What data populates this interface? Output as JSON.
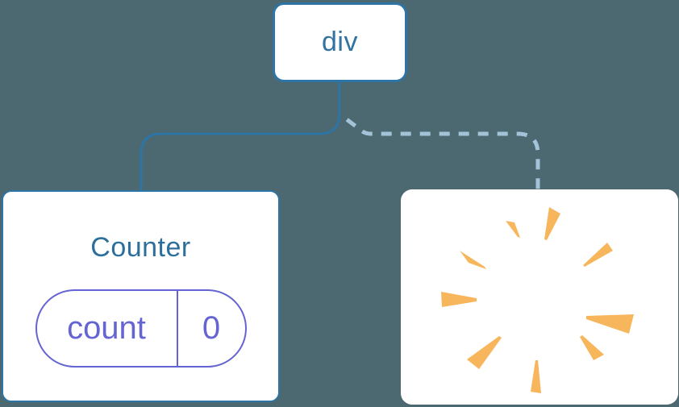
{
  "colors": {
    "background": "#4C6871",
    "node_fill": "#FFFFFF",
    "node_border": "#2E74A4",
    "root_label_text": "#3173A1",
    "component_title_text": "#2D6F9B",
    "connector_solid": "#2E74A4",
    "connector_dashed": "#A3C3D9",
    "state_pill_accent": "#6464D2",
    "starburst": "#F7B65C"
  },
  "tree": {
    "root": {
      "label": "div"
    },
    "children": [
      {
        "name": "counter-component",
        "connector": "solid",
        "title": "Counter",
        "state_pill": {
          "key": "count",
          "value": "0"
        }
      },
      {
        "name": "removed-subtree",
        "connector": "dashed",
        "icon": "starburst-icon"
      }
    ]
  }
}
